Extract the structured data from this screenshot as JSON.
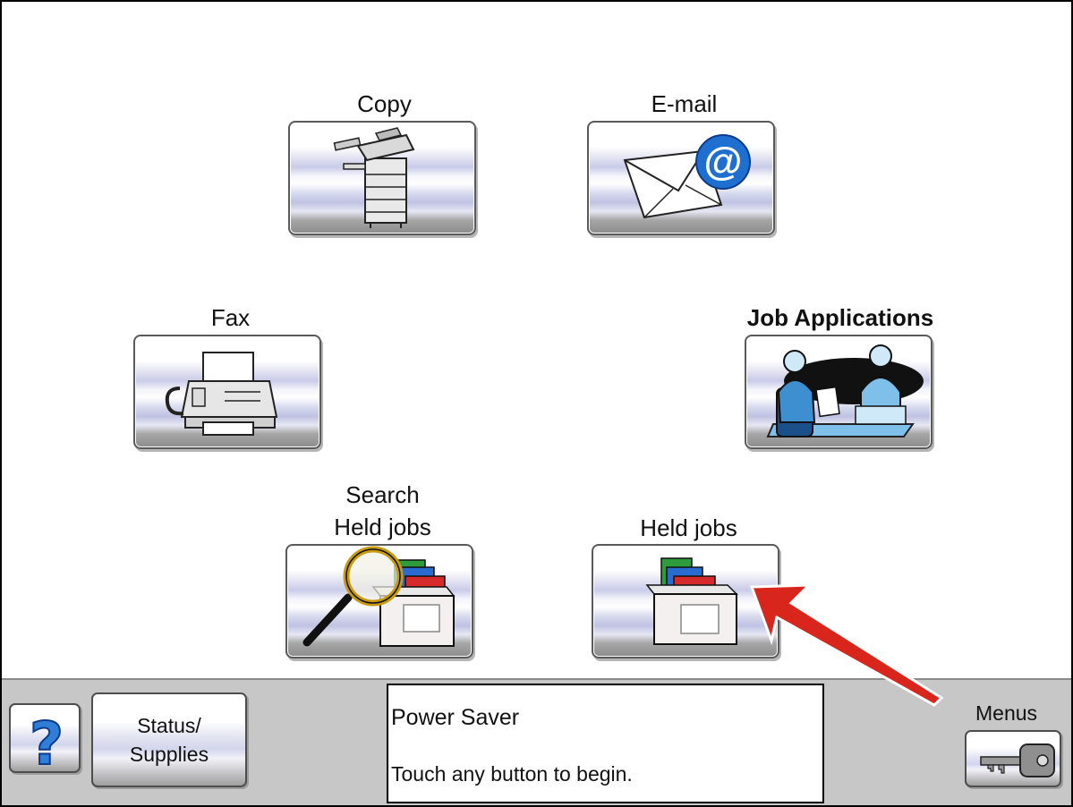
{
  "home": {
    "copy_label": "Copy",
    "email_label": "E-mail",
    "fax_label": "Fax",
    "job_apps_label": "Job Applications",
    "search_held_label": "Search\nHeld jobs",
    "held_jobs_label": "Held jobs"
  },
  "bottom_bar": {
    "help_icon": "question-mark-icon",
    "status_label": "Status/\nSupplies",
    "message_line1": "Power Saver",
    "message_line2": "Touch any button to begin.",
    "menus_label": "Menus",
    "menus_icon": "key-icon"
  },
  "annotation": {
    "arrow_color": "#d9261c",
    "arrow_target": "held-jobs-button"
  },
  "colors": {
    "button_tint": "#c9cbe8",
    "bar_background": "#c7c7c7"
  }
}
